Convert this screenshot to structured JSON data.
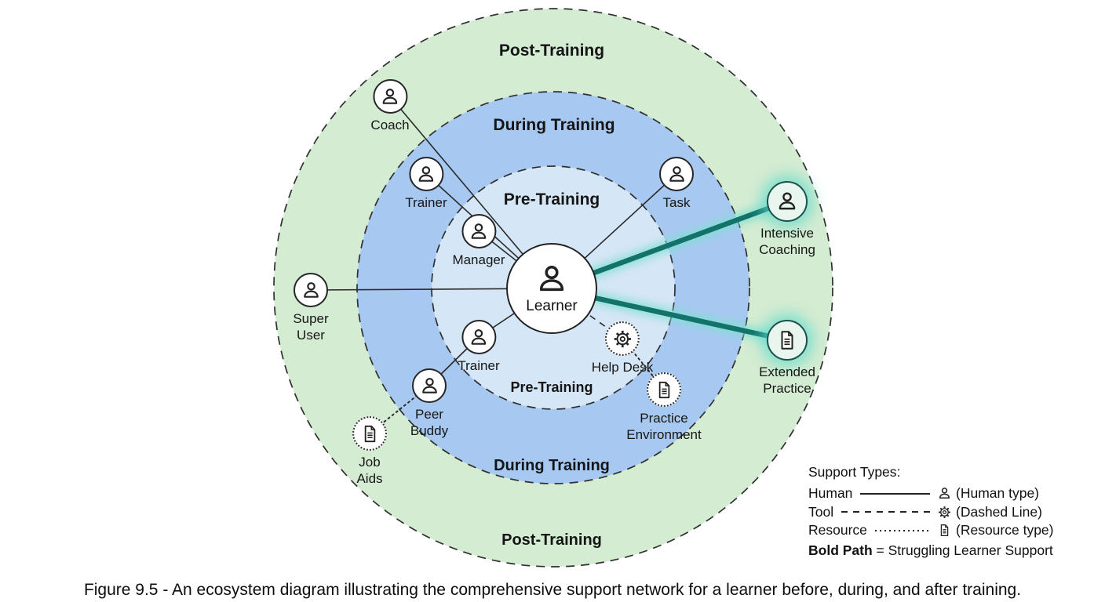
{
  "diagram": {
    "rings": {
      "outer": {
        "label": "Post-Training",
        "color": "#d4ecd2"
      },
      "middle": {
        "label": "During Training",
        "color": "#a7c8f0"
      },
      "inner": {
        "label": "Pre-Training",
        "color": "#d5e6f6"
      }
    },
    "center": {
      "label": "Learner"
    },
    "nodes": [
      {
        "id": "coach",
        "label": "Coach",
        "type": "human"
      },
      {
        "id": "trainer-top",
        "label": "Trainer",
        "type": "human"
      },
      {
        "id": "manager",
        "label": "Manager",
        "type": "human"
      },
      {
        "id": "task",
        "label": "Task",
        "type": "human"
      },
      {
        "id": "super-user",
        "label": "Super User",
        "type": "human"
      },
      {
        "id": "trainer-bottom",
        "label": "Trainer",
        "type": "human"
      },
      {
        "id": "peer-buddy",
        "label": "Peer Buddy",
        "type": "human"
      },
      {
        "id": "job-aids",
        "label": "Job Aids",
        "type": "resource"
      },
      {
        "id": "help-desk",
        "label": "Help Desk",
        "type": "tool"
      },
      {
        "id": "practice-environment",
        "label": "Practice Environment",
        "type": "resource"
      },
      {
        "id": "intensive-coaching",
        "label": "Intensive Coaching",
        "type": "human-bold"
      },
      {
        "id": "extended-practice",
        "label": "Extended Practice",
        "type": "resource-bold"
      }
    ]
  },
  "legend": {
    "title": "Support Types:",
    "rows": [
      {
        "label": "Human",
        "line": "solid",
        "icon": "person-icon",
        "desc": "(Human type)"
      },
      {
        "label": "Tool",
        "line": "dashed",
        "icon": "gear-icon",
        "desc": "(Dashed Line)"
      },
      {
        "label": "Resource",
        "line": "dotted",
        "icon": "document-icon",
        "desc": "(Resource type)"
      }
    ],
    "bold_label": "Bold Path",
    "bold_desc": "= Struggling Learner Support"
  },
  "caption": "Figure 9.5 - An ecosystem diagram illustrating the comprehensive support network for a learner before, during, and after training.",
  "colors": {
    "bold_path": "#11736a",
    "bold_glow": "#7fdfd2",
    "ring_border": "#2f2f2f",
    "line": "#2a2a2a"
  }
}
